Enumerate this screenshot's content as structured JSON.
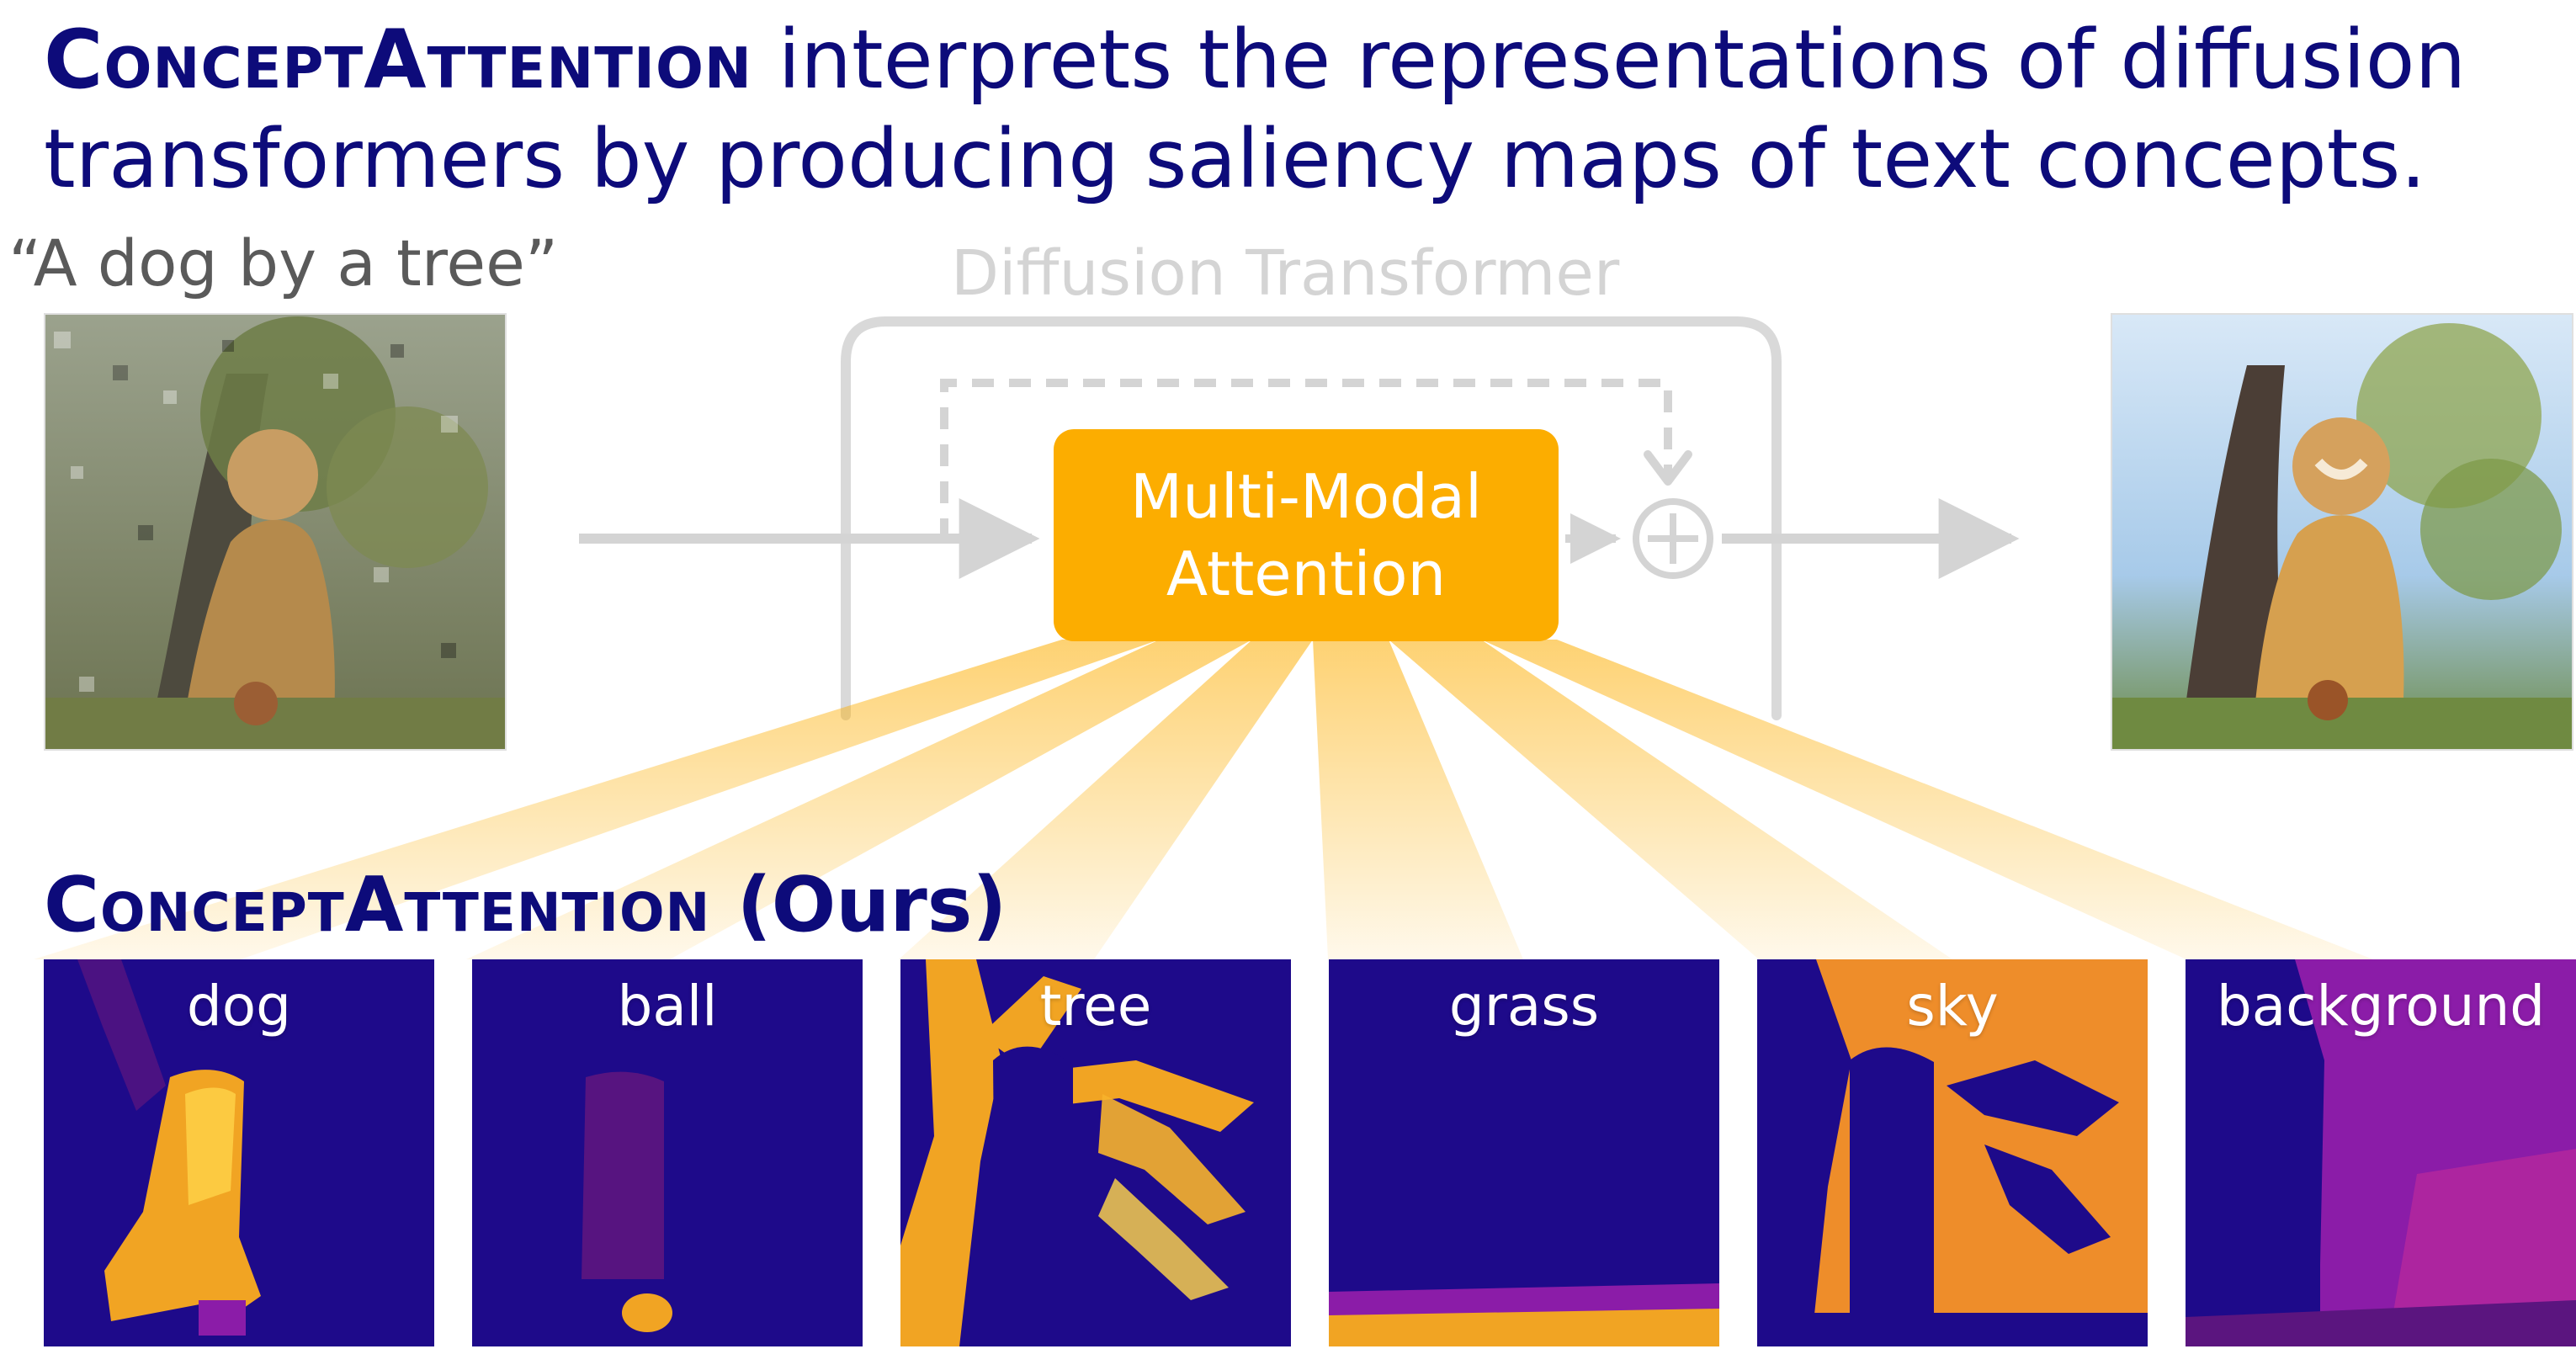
{
  "headline": {
    "brand": "ConceptAttention",
    "rest_line_1": " interprets the representations of diffusion",
    "line_2": "transformers by producing saliency maps of text concepts."
  },
  "prompt": "“A dog by a tree”",
  "diagram": {
    "title": "Diffusion Transformer",
    "block_line_1": "Multi-Modal",
    "block_line_2": "Attention",
    "plus_symbol": "⊕"
  },
  "results": {
    "brand": "ConceptAttention",
    "suffix": " (Ours)",
    "maps": [
      {
        "label": "dog"
      },
      {
        "label": "ball"
      },
      {
        "label": "tree"
      },
      {
        "label": "grass"
      },
      {
        "label": "sky"
      },
      {
        "label": "background"
      }
    ]
  },
  "colors": {
    "headline": "#0d0b7a",
    "attention": "#fcad00",
    "diagram_grey": "#d4d4d4",
    "map_dark": "#1e0a8a",
    "map_mid": "#8b1ca8",
    "map_bright": "#ffd54a"
  },
  "icons": {
    "plus": "circled-plus-icon",
    "arrow": "right-arrow-icon"
  }
}
